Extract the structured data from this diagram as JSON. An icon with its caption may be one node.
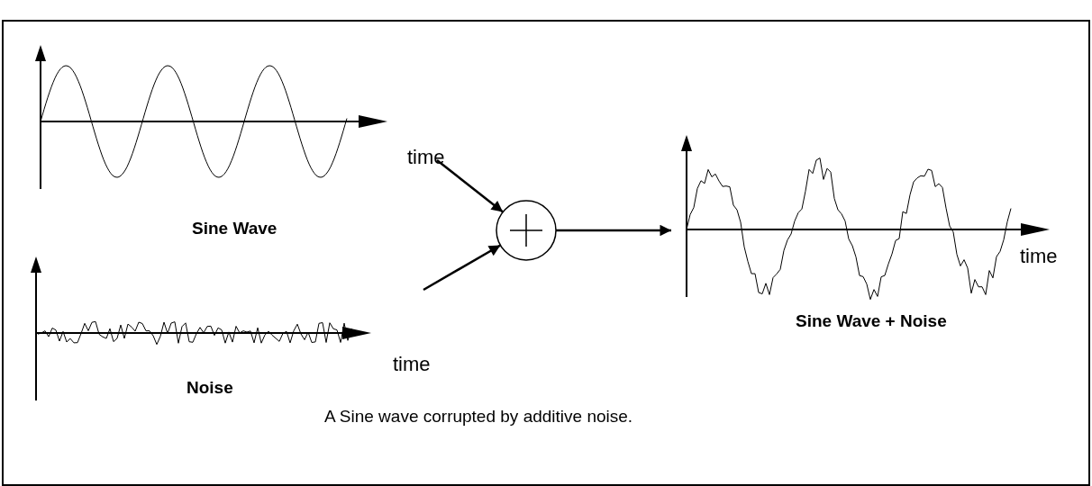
{
  "diagram": {
    "caption": "A Sine wave corrupted by additive noise.",
    "nodes": [
      {
        "text": [
          "time",
          "Sine Wave"
        ]
      },
      {
        "text": [
          "time",
          "Noise"
        ]
      },
      {
        "text": [],
        "shape": "circle"
      },
      {
        "text": [
          "time",
          "Sine Wave + Noise"
        ]
      }
    ],
    "edges": [
      {
        "from": 0,
        "to": 2,
        "arrow": "to"
      },
      {
        "from": 1,
        "to": 2,
        "arrow": "to"
      },
      {
        "from": 2,
        "to": 3,
        "arrow": "to"
      }
    ]
  }
}
